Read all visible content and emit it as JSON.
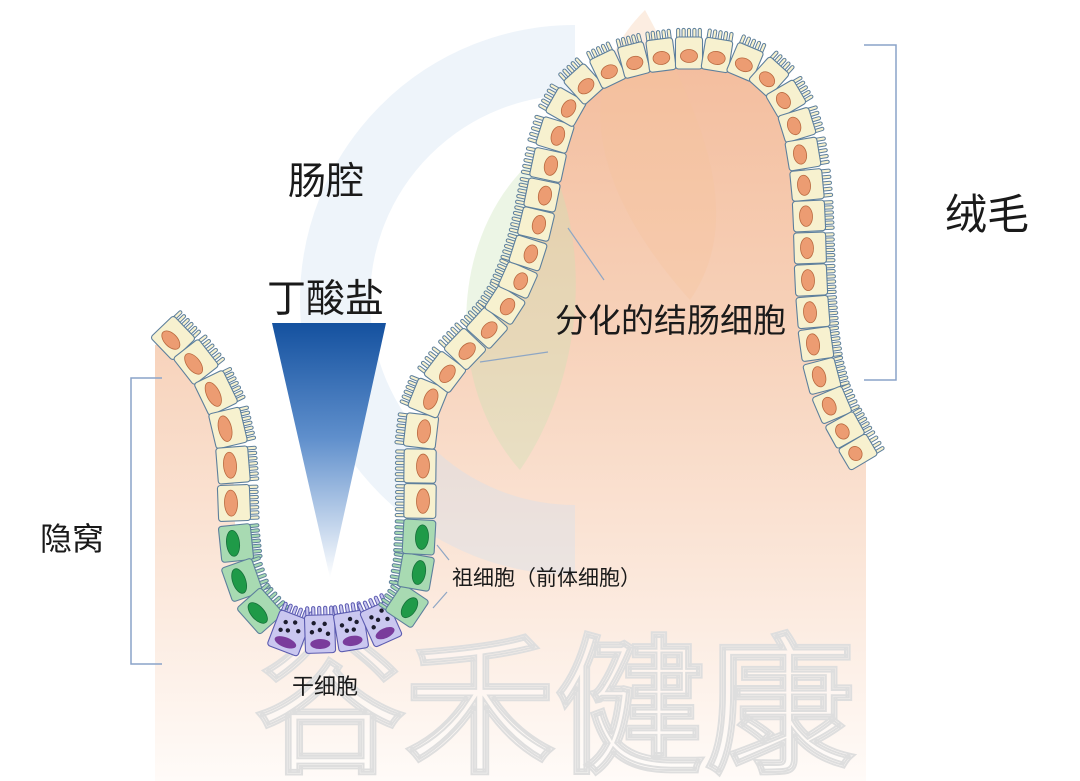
{
  "diagram": {
    "labels": {
      "lumen": "肠腔",
      "butyrate": "丁酸盐",
      "villus": "绒毛",
      "differentiated_cells": "分化的结肠细胞",
      "crypt": "隐窝",
      "progenitor_cells": "祖细胞（前体细胞）",
      "stem_cells": "干细胞"
    },
    "watermark": "谷禾健康"
  },
  "colors": {
    "text": "#1a1a1a",
    "differentiated_cell": "#f7f1cf",
    "differentiated_nucleus": "#ec9c72",
    "cell_outline": "#5d7f9c",
    "progenitor_cell": "#a8dab2",
    "progenitor_nucleus": "#1f9a48",
    "stem_cell": "#cac7f0",
    "stem_outline": "#5b5bb0",
    "stem_nucleus": "#7a3c9c",
    "stem_granule": "#1c1c2e",
    "tissue": "#f3bc9c",
    "butyrate_gradient": "#14519f",
    "bracket": "#8aa3c9"
  }
}
